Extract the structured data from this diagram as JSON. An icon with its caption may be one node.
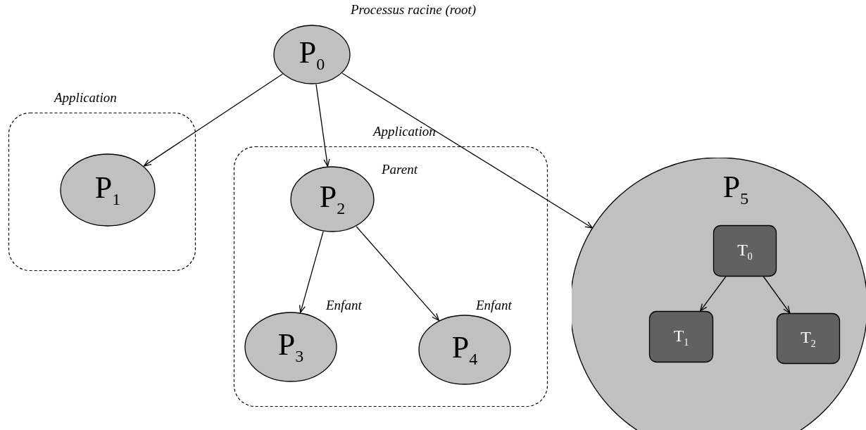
{
  "diagram": {
    "nodes": [
      {
        "text": [
          "P$_{0}$"
        ],
        "beside": [
          "Processus racine (root)"
        ]
      },
      {
        "text": [
          "Application"
        ]
      },
      {
        "text": [
          "P$_{1}$"
        ],
        "in": 1
      },
      {
        "text": [
          "Application"
        ]
      },
      {
        "text": [
          "P$_{2}$"
        ],
        "in": 3,
        "beside": [
          "Parent"
        ]
      },
      {
        "text": [
          "P$_{3}$"
        ],
        "in": 3,
        "beside": [
          "Enfant"
        ]
      },
      {
        "text": [
          "P$_{4}$"
        ],
        "in": 3,
        "beside": [
          "Enfant"
        ]
      },
      {
        "text": [
          "P$_{5}$"
        ]
      },
      {
        "text": [
          "T$_{0}$"
        ],
        "in": 7
      },
      {
        "text": [
          "T$_{1}$"
        ],
        "in": 7
      },
      {
        "text": [
          "T$_{2}$"
        ],
        "in": 7
      }
    ],
    "edges": [
      {
        "from": 0,
        "to": 2,
        "arrow": "to"
      },
      {
        "from": 0,
        "to": 4,
        "arrow": "to"
      },
      {
        "from": 0,
        "to": 7,
        "arrow": "to"
      },
      {
        "from": 4,
        "to": 5,
        "arrow": "to"
      },
      {
        "from": 4,
        "to": 6,
        "arrow": "to"
      },
      {
        "from": 8,
        "to": 9,
        "arrow": "to"
      },
      {
        "from": 8,
        "to": 10,
        "arrow": "to"
      }
    ]
  }
}
